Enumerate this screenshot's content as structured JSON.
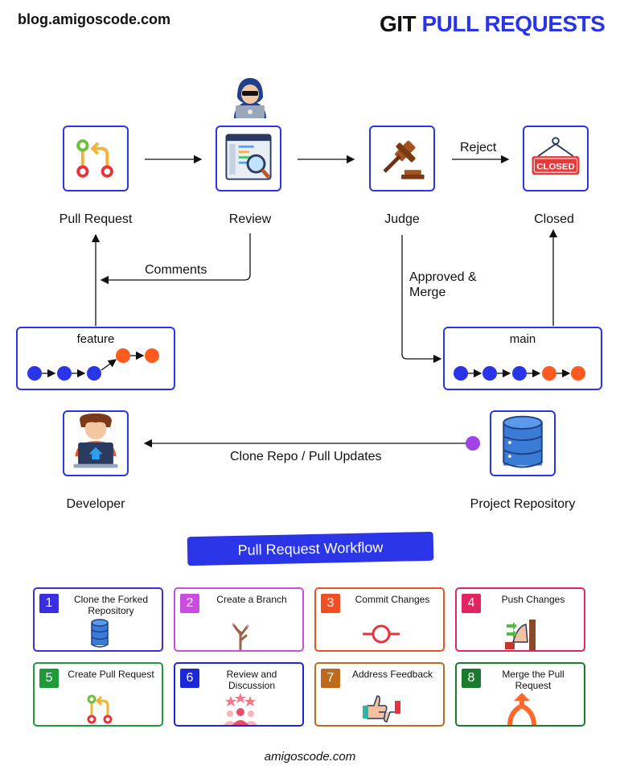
{
  "header": {
    "site": "blog.amigoscode.com",
    "title_part1": "GIT",
    "title_part2": "PULL REQUESTS"
  },
  "nodes": {
    "pull_request": "Pull Request",
    "review": "Review",
    "judge": "Judge",
    "closed": "Closed",
    "developer": "Developer",
    "project_repository": "Project Repository"
  },
  "closed_sign": "CLOSED",
  "edges": {
    "reject": "Reject",
    "comments": "Comments",
    "approved_merge_line1": "Approved &",
    "approved_merge_line2": "Merge",
    "clone_pull": "Clone Repo / Pull Updates"
  },
  "branches": {
    "feature": "feature",
    "main": "main"
  },
  "colors": {
    "blue": "#2b35e8",
    "orange": "#ff5a1f",
    "purple": "#a044e6"
  },
  "workflow": {
    "banner": "Pull Request Workflow",
    "steps": [
      {
        "num": "1",
        "label": "Clone the Forked Repository",
        "color": "#3a2fe0",
        "icon": "database-icon"
      },
      {
        "num": "2",
        "label": "Create a Branch",
        "color": "#c94ee0",
        "icon": "tree-branch-icon"
      },
      {
        "num": "3",
        "label": "Commit Changes",
        "color": "#ef4f23",
        "icon": "commit-icon"
      },
      {
        "num": "4",
        "label": "Push Changes",
        "color": "#e02561",
        "icon": "push-icon"
      },
      {
        "num": "5",
        "label": "Create Pull Request",
        "color": "#1f9a3a",
        "icon": "pull-request-icon"
      },
      {
        "num": "6",
        "label": "Review and Discussion",
        "color": "#1c27d8",
        "icon": "discussion-icon"
      },
      {
        "num": "7",
        "label": "Address Feedback",
        "color": "#bf6b1e",
        "icon": "feedback-icon"
      },
      {
        "num": "8",
        "label": "Merge the Pull Request",
        "color": "#1a7a2d",
        "icon": "merge-icon"
      }
    ]
  },
  "footer": "amigoscode.com"
}
